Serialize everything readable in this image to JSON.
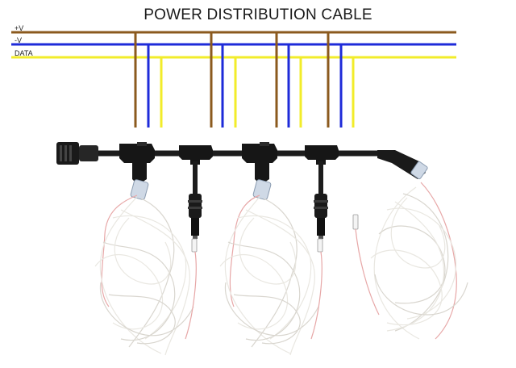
{
  "title": "POWER DISTRIBUTION CABLE",
  "rails": [
    {
      "label": "+V",
      "color": "#8B5A1E"
    },
    {
      "label": "-V",
      "color": "#1E2BD9"
    },
    {
      "label": "DATA",
      "color": "#F2EC2A"
    }
  ],
  "colors": {
    "cable": "#1c1c1c",
    "wire_white": "#e9e7e1",
    "wire_pink": "#e7a7a7",
    "connector_clear": "#cfd9e6"
  },
  "icons": [
    "t-connector-icon",
    "plug-connector-icon",
    "led-string-icon"
  ]
}
